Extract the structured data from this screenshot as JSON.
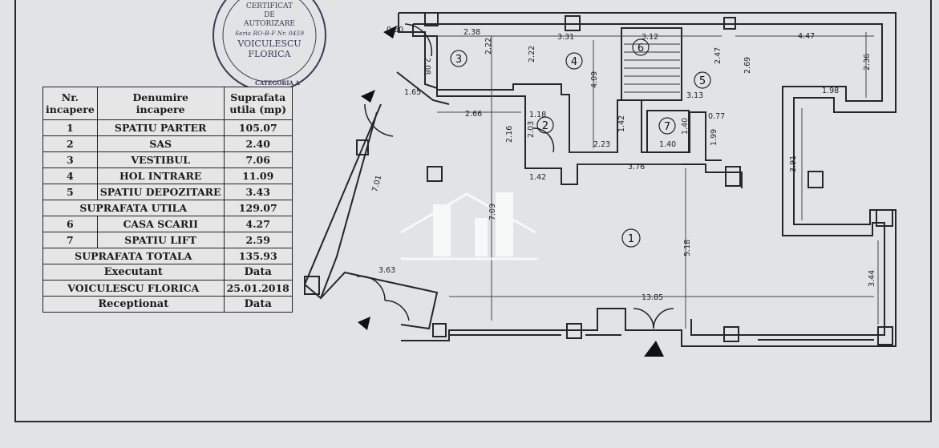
{
  "legend": {
    "headers": {
      "nr": "Nr.\nincapere",
      "name": "Denumire\nincapere",
      "area": "Suprafata\nutila (mp)"
    },
    "rooms": [
      {
        "nr": "1",
        "name": "SPATIU PARTER",
        "area": "105.07"
      },
      {
        "nr": "2",
        "name": "SAS",
        "area": "2.40"
      },
      {
        "nr": "3",
        "name": "VESTIBUL",
        "area": "7.06"
      },
      {
        "nr": "4",
        "name": "HOL INTRARE",
        "area": "11.09"
      },
      {
        "nr": "5",
        "name": "SPATIU DEPOZITARE",
        "area": "3.43"
      }
    ],
    "useful_label": "SUPRAFATA UTILA",
    "useful_value": "129.07",
    "rooms2": [
      {
        "nr": "6",
        "name": "CASA SCARII",
        "area": "4.27"
      },
      {
        "nr": "7",
        "name": "SPATIU LIFT",
        "area": "2.59"
      }
    ],
    "total_label": "SUPRAFATA TOTALA",
    "total_value": "135.93",
    "executant_label": "Executant",
    "date_label": "Data",
    "executant_name": "VOICULESCU FLORICA",
    "executant_date": "25.01.2018",
    "receptionat_label": "Receptionat",
    "receptionat_date": "Data"
  },
  "stamp": {
    "line1": "CERTIFICAT",
    "line2": "DE",
    "line3": "AUTORIZARE",
    "series": "Seria RO-B-F Nr. 0459",
    "name1": "VOICULESCU",
    "name2": "FLORICA",
    "ring": "CATEGORIA A"
  },
  "plan": {
    "room_numbers": [
      "1",
      "2",
      "3",
      "4",
      "5",
      "6",
      "7"
    ],
    "dims": {
      "d060": "0.60",
      "d238": "2.38",
      "d331": "3.31",
      "d312": "3.12",
      "d447": "4.47",
      "d208": "2.08",
      "d222a": "2.22",
      "d222b": "2.22",
      "d409": "4.09",
      "d247": "2.47",
      "d269": "2.69",
      "d236": "2.36",
      "d198": "1.98",
      "d266": "2.66",
      "d118": "1.18",
      "d216": "2.16",
      "d203": "2.03",
      "d142v": "1.42",
      "d140h": "1.40",
      "d140v": "1.40",
      "d223": "2.23",
      "d077": "0.77",
      "d199": "1.99",
      "d313": "3.13",
      "d142h": "1.42",
      "d376": "3.76",
      "d701": "7.01",
      "d709": "7.09",
      "d518": "5.18",
      "d391": "3.91",
      "d363": "3.63",
      "d1385": "13.85",
      "d344": "3.44",
      "d165": "1.65"
    }
  }
}
